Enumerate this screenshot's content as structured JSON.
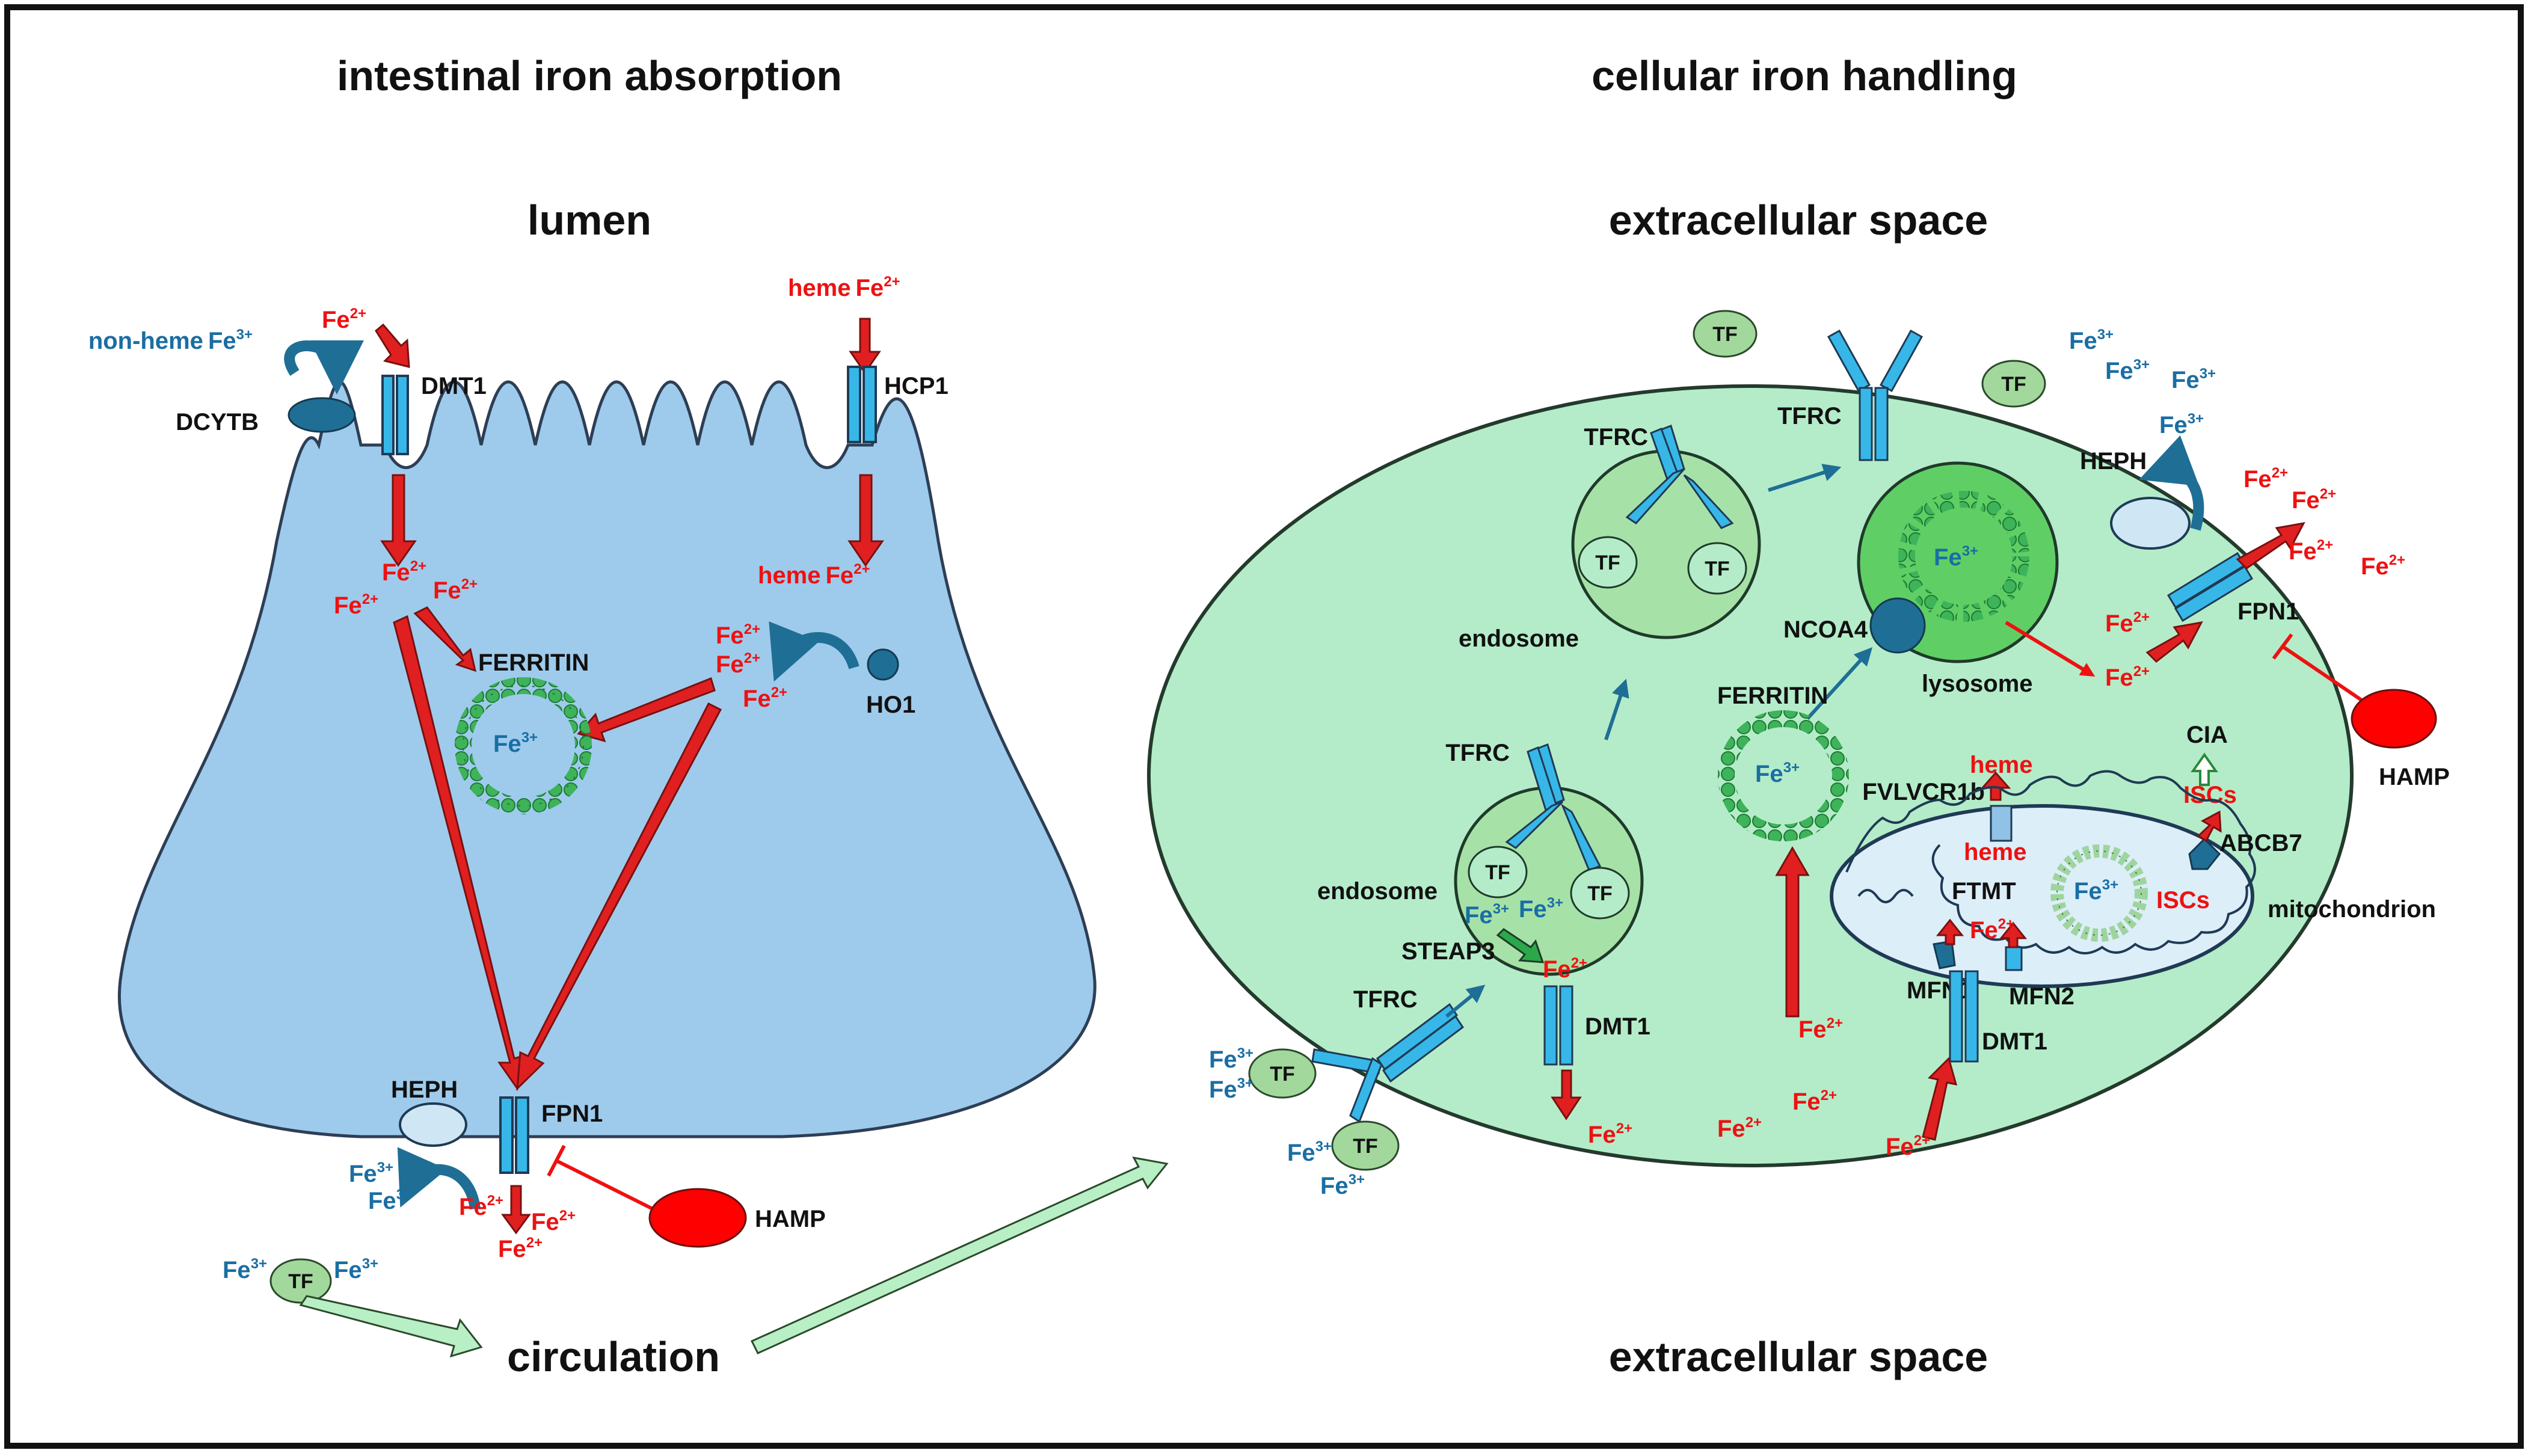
{
  "headings": {
    "left_title": "intestinal iron absorption",
    "right_title": "cellular iron handling",
    "lumen": "lumen",
    "extracellular_top": "extracellular space",
    "extracellular_bottom": "extracellular space",
    "circulation": "circulation"
  },
  "ions": {
    "fe2_base": "Fe",
    "fe2_charge": "2+",
    "fe3_base": "Fe",
    "fe3_charge": "3+"
  },
  "labels": {
    "non_heme": "non-heme",
    "heme": "heme",
    "dcytb": "DCYTB",
    "dmt1": "DMT1",
    "hcp1": "HCP1",
    "ferritin": "FERRITIN",
    "ho1": "HO1",
    "heph": "HEPH",
    "fpn1": "FPN1",
    "hamp": "HAMP",
    "tf": "TF",
    "tfrc": "TFRC",
    "endosome": "endosome",
    "lysosome": "lysosome",
    "ncoa4": "NCOA4",
    "steap3": "STEAP3",
    "fvlvcr1b": "FVLVCR1b",
    "cia": "CIA",
    "iscs": "ISCs",
    "abcb7": "ABCB7",
    "ftmt": "FTMT",
    "mitochondrion": "mitochondrion",
    "mfn1": "MFN1",
    "mfn2": "MFN2"
  },
  "colors": {
    "frame": "#111111",
    "enterocyte_fill": "#9ecbec",
    "cell_fill": "#b4ecc9",
    "vesicle_fill": "#a6e2a7",
    "lysosome_fill": "#5fcf65",
    "tf_fill": "#a3d89d",
    "transporter": "#37b7e8",
    "transporter_dark": "#1f6e95",
    "ferritin_green": "#2aa84a",
    "iron_red": "#ee1111",
    "iron_blue": "#1a6ea3",
    "hamp_red": "#ff0000",
    "mito_fill": "#dceef8",
    "circulation_arrow": "#b8efc5",
    "red_arrow": "#e02020",
    "red_arrow_edge": "#7a1010"
  }
}
